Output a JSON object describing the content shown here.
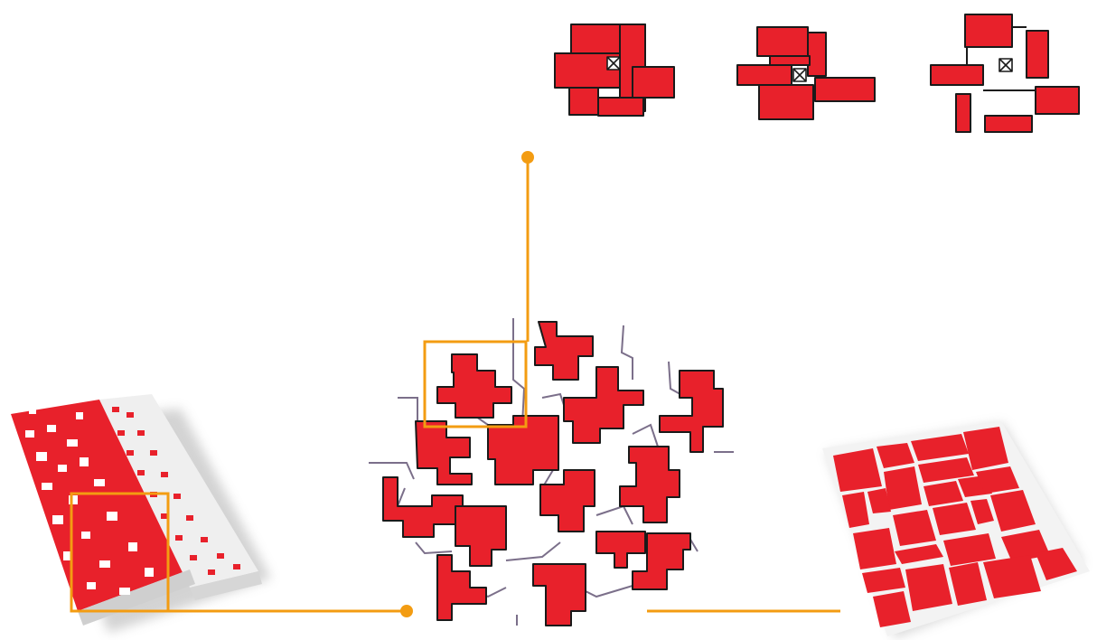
{
  "colors": {
    "background": "#ffffff",
    "block_red": "#e8212b",
    "sketch_stroke": "#1a1a1a",
    "leader_orange": "#f39c12",
    "model_base_light": "#f1f1f1",
    "model_shadow": "#bdbdbd"
  },
  "figures": [
    {
      "id": "sketch-variant-1",
      "kind": "hand-drawn red block cluster"
    },
    {
      "id": "sketch-variant-2",
      "kind": "hand-drawn red block cluster"
    },
    {
      "id": "sketch-variant-3",
      "kind": "hand-drawn red block cluster"
    },
    {
      "id": "center-pattern",
      "kind": "hand-drawn interlocking red pattern with connecting lines"
    },
    {
      "id": "left-model",
      "kind": "physical model photo, red cut-outs on white base"
    },
    {
      "id": "right-model",
      "kind": "physical model photo, red rectangular tiles"
    }
  ],
  "icons": [
    "elevator-core-icon",
    "leader-dot-icon",
    "highlight-frame-icon"
  ]
}
